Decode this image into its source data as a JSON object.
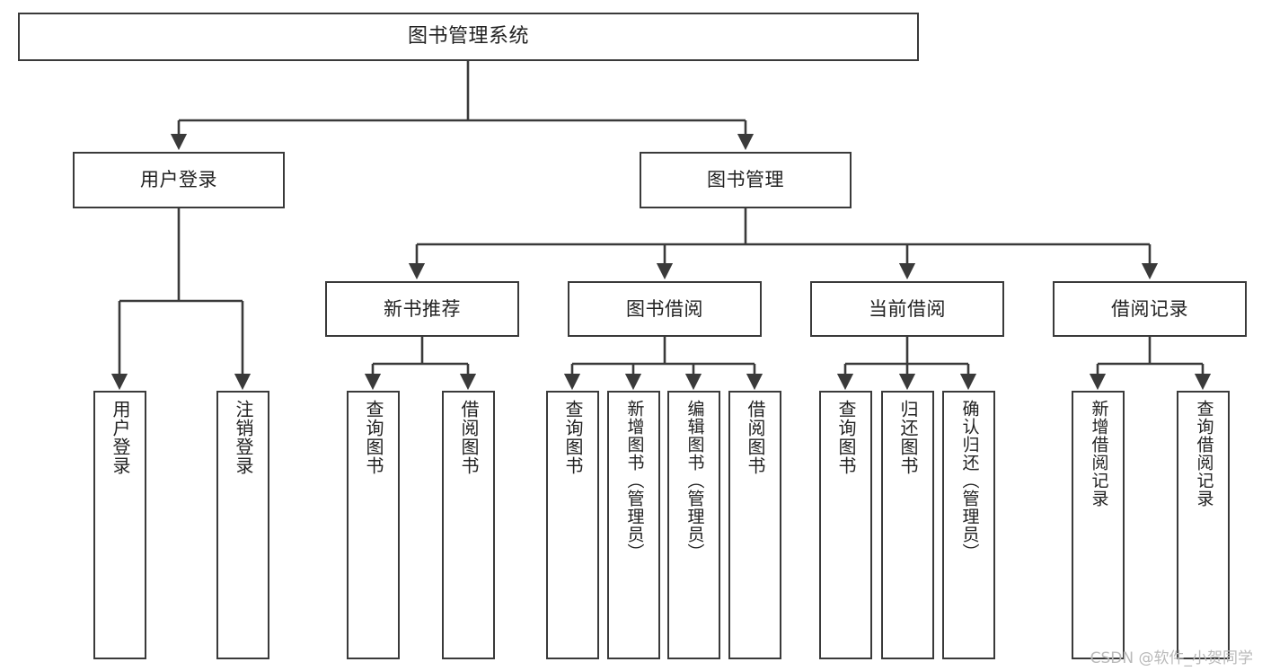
{
  "diagram": {
    "title": "图书管理系统",
    "type": "tree-hierarchy-chart",
    "watermark": "CSDN @软件_小贺同学",
    "line_color": "#3a3a3a",
    "box_fill": "#ffffff",
    "text_color": "#222222",
    "levels": {
      "root": {
        "label": "图书管理系统"
      },
      "level2": [
        {
          "label": "用户登录"
        },
        {
          "label": "图书管理"
        }
      ],
      "level3": [
        {
          "label": "新书推荐"
        },
        {
          "label": "图书借阅"
        },
        {
          "label": "当前借阅"
        },
        {
          "label": "借阅记录"
        }
      ],
      "leaves": {
        "user_login": [
          {
            "label": "用户登录"
          },
          {
            "label": "注销登录"
          }
        ],
        "new_book_recommend": [
          {
            "label": "查询图书"
          },
          {
            "label": "借阅图书"
          }
        ],
        "book_borrow": [
          {
            "label": "查询图书"
          },
          {
            "label": "新增图书（管理员）"
          },
          {
            "label": "编辑图书（管理员）"
          },
          {
            "label": "借阅图书"
          }
        ],
        "current_borrow": [
          {
            "label": "查询图书"
          },
          {
            "label": "归还图书"
          },
          {
            "label": "确认归还（管理员）"
          }
        ],
        "borrow_record": [
          {
            "label": "新增借阅记录"
          },
          {
            "label": "查询借阅记录"
          }
        ]
      }
    }
  }
}
